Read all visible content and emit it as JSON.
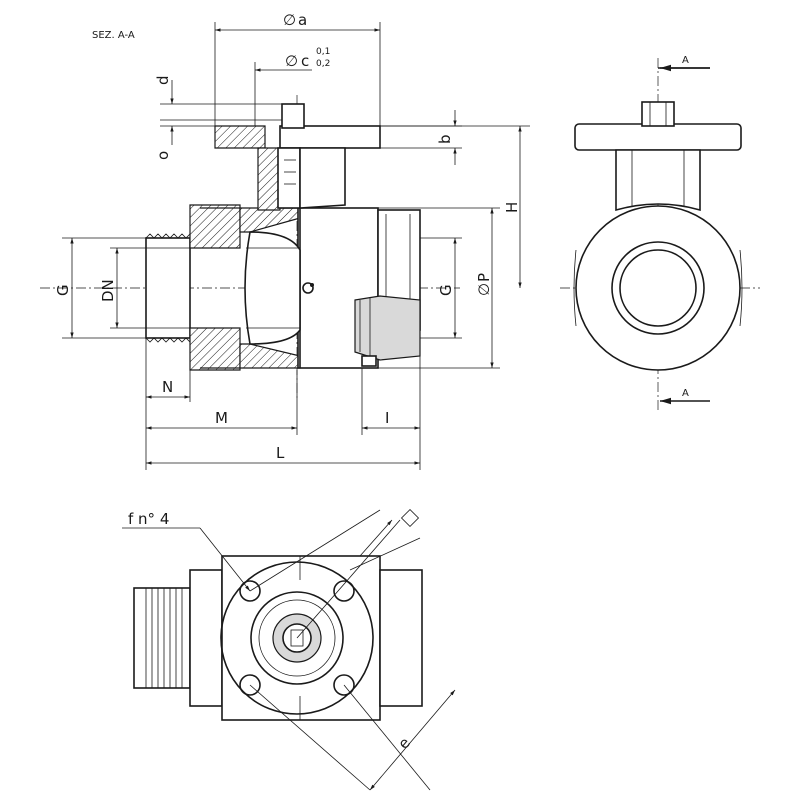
{
  "section_title": "SEZ. A-A",
  "dimensions": {
    "a": "a",
    "c": "c",
    "tol_upper": "0,1",
    "tol_lower": "0,2",
    "d": "d",
    "o": "o",
    "b": "b",
    "H": "H",
    "G_left": "G",
    "DN": "DN",
    "G_right": "G",
    "P": "P",
    "N": "N",
    "M": "M",
    "I": "I",
    "L": "L",
    "e": "e",
    "holes": "f n° 4"
  },
  "section_marker": {
    "top": "A",
    "bottom": "A"
  },
  "symbols": {
    "diameter": "∅",
    "square": "square-icon"
  }
}
